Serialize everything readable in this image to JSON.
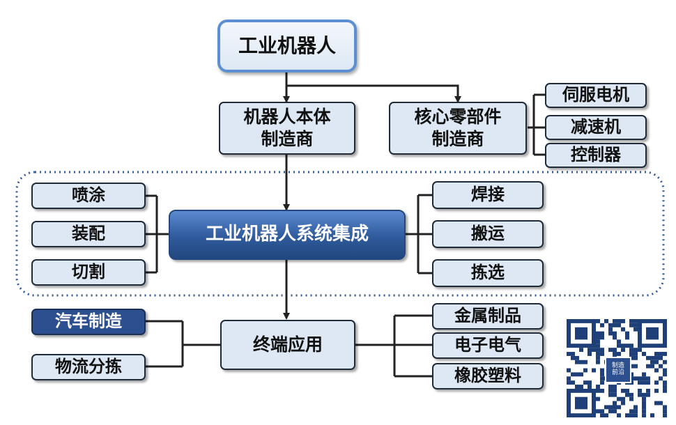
{
  "diagram": {
    "root": "工业机器人",
    "body_maker": "机器人本体\n制造商",
    "component_maker": "核心零部件\n制造商",
    "components": [
      "伺服电机",
      "减速机",
      "控制器"
    ],
    "integration": "工业机器人系统集成",
    "left_processes": [
      "喷涂",
      "装配",
      "切割"
    ],
    "right_processes": [
      "焊接",
      "搬运",
      "拣选"
    ],
    "terminal": "终端应用",
    "left_apps": [
      "汽车制造",
      "物流分拣"
    ],
    "right_apps": [
      "金属制品",
      "电子电气",
      "橡胶塑料"
    ],
    "highlight_color": "#2b4f8f",
    "dotted_border_color": "#2f5a9c"
  },
  "qr": {
    "icon": "qr-code-icon",
    "logo_text": "制造\n前沿"
  }
}
